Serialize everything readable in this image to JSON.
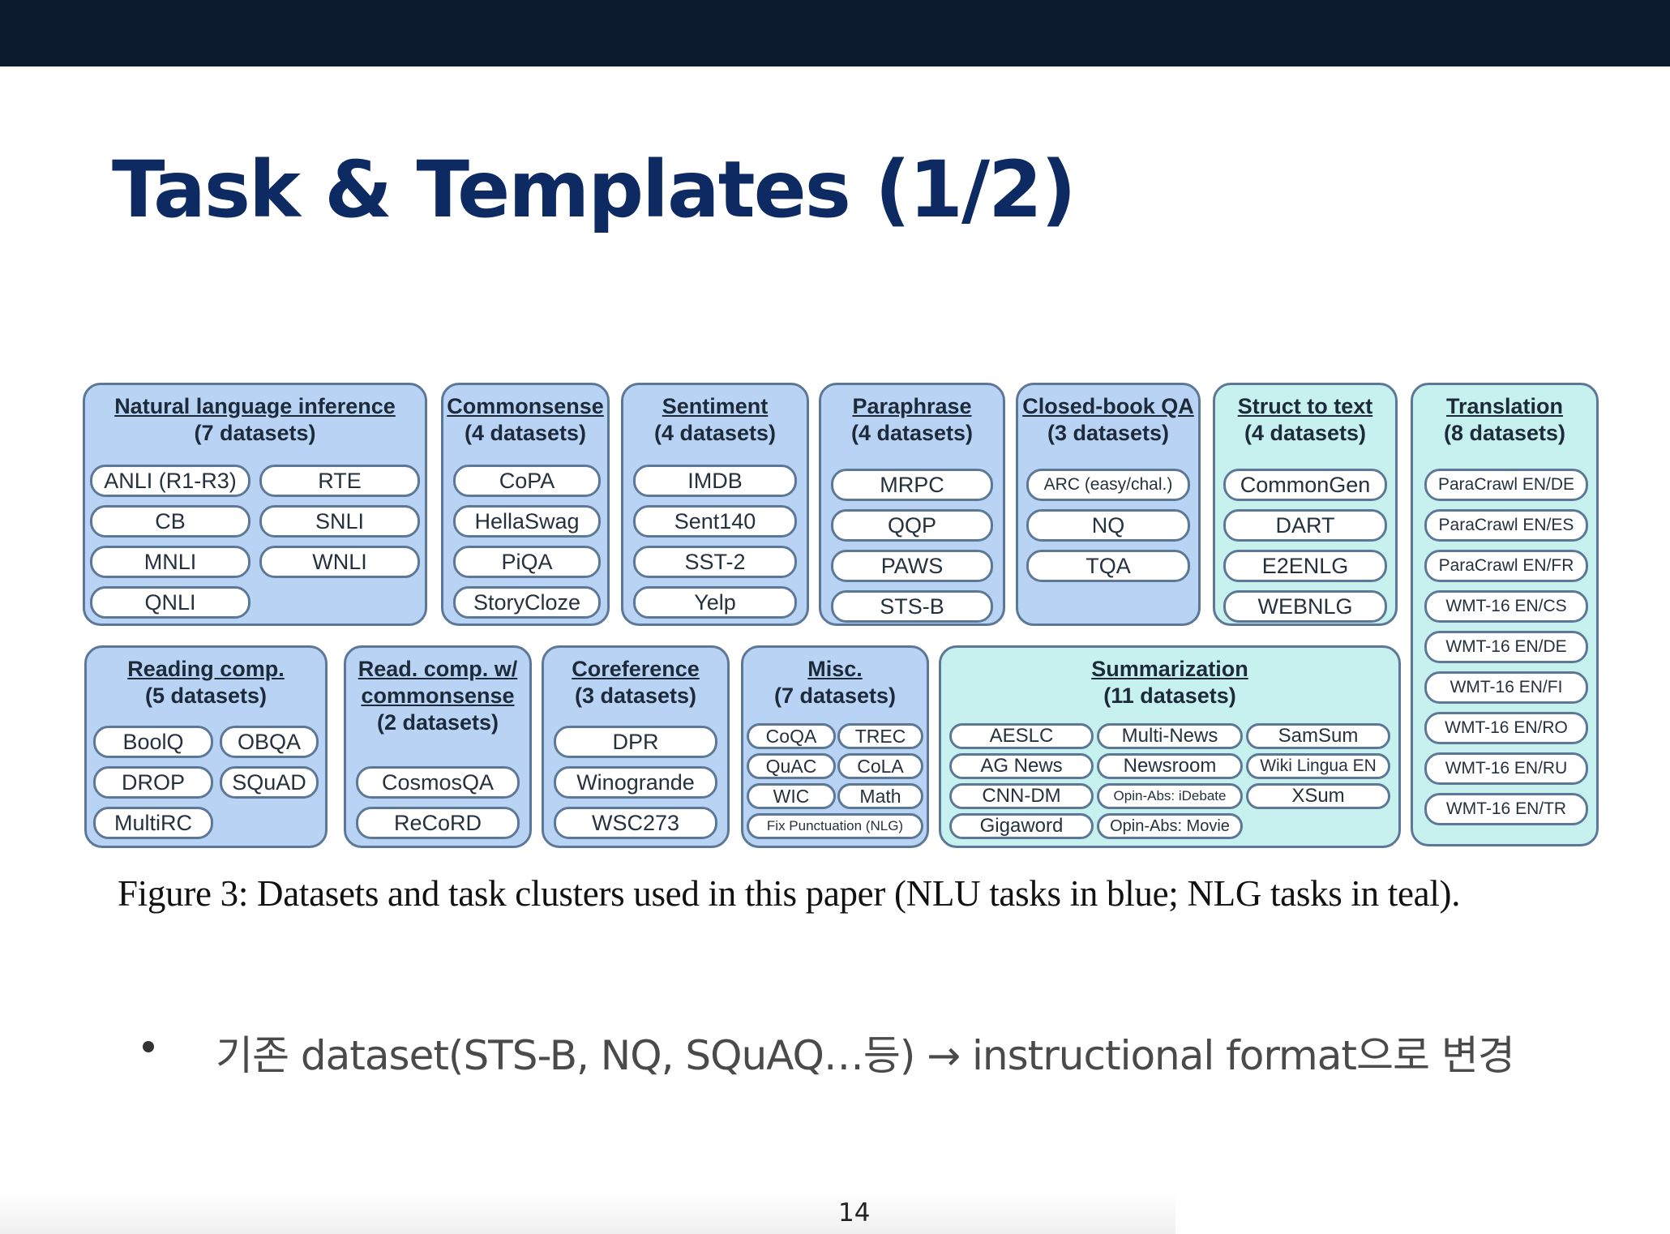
{
  "slide": {
    "title": "Task & Templates (1/2)",
    "page_number": "14"
  },
  "figure": {
    "caption": "Figure 3: Datasets and task clusters used in this paper (NLU tasks in blue; NLG tasks in teal).",
    "clusters": [
      {
        "id": "nli",
        "kind": "nlu",
        "title_lines": [
          "Natural language inference"
        ],
        "count": "(7 datasets)",
        "datasets": [
          "ANLI (R1-R3)",
          "RTE",
          "CB",
          "SNLI",
          "MNLI",
          "WNLI",
          "QNLI"
        ]
      },
      {
        "id": "commonsense",
        "kind": "nlu",
        "title_lines": [
          "Commonsense"
        ],
        "count": "(4 datasets)",
        "datasets": [
          "CoPA",
          "HellaSwag",
          "PiQA",
          "StoryCloze"
        ]
      },
      {
        "id": "sentiment",
        "kind": "nlu",
        "title_lines": [
          "Sentiment"
        ],
        "count": "(4 datasets)",
        "datasets": [
          "IMDB",
          "Sent140",
          "SST-2",
          "Yelp"
        ]
      },
      {
        "id": "paraphrase",
        "kind": "nlu",
        "title_lines": [
          "Paraphrase"
        ],
        "count": "(4 datasets)",
        "datasets": [
          "MRPC",
          "QQP",
          "PAWS",
          "STS-B"
        ]
      },
      {
        "id": "closed-book-qa",
        "kind": "nlu",
        "title_lines": [
          "Closed-book QA"
        ],
        "count": "(3 datasets)",
        "datasets": [
          "ARC (easy/chal.)",
          "NQ",
          "TQA"
        ]
      },
      {
        "id": "struct-to-text",
        "kind": "nlg",
        "title_lines": [
          "Struct to text"
        ],
        "count": "(4 datasets)",
        "datasets": [
          "CommonGen",
          "DART",
          "E2ENLG",
          "WEBNLG"
        ]
      },
      {
        "id": "translation",
        "kind": "nlg",
        "title_lines": [
          "Translation"
        ],
        "count": "(8 datasets)",
        "datasets": [
          "ParaCrawl EN/DE",
          "ParaCrawl EN/ES",
          "ParaCrawl EN/FR",
          "WMT-16 EN/CS",
          "WMT-16 EN/DE",
          "WMT-16 EN/FI",
          "WMT-16 EN/RO",
          "WMT-16 EN/RU",
          "WMT-16 EN/TR"
        ]
      },
      {
        "id": "reading-comp",
        "kind": "nlu",
        "title_lines": [
          "Reading comp."
        ],
        "count": "(5 datasets)",
        "datasets": [
          "BoolQ",
          "OBQA",
          "DROP",
          "SQuAD",
          "MultiRC"
        ]
      },
      {
        "id": "read-comp-commonsense",
        "kind": "nlu",
        "title_lines": [
          "Read. comp. w/",
          "commonsense"
        ],
        "count": "(2 datasets)",
        "datasets": [
          "CosmosQA",
          "ReCoRD"
        ]
      },
      {
        "id": "coreference",
        "kind": "nlu",
        "title_lines": [
          "Coreference"
        ],
        "count": "(3 datasets)",
        "datasets": [
          "DPR",
          "Winogrande",
          "WSC273"
        ]
      },
      {
        "id": "misc",
        "kind": "nlu",
        "title_lines": [
          "Misc."
        ],
        "count": "(7 datasets)",
        "datasets": [
          "CoQA",
          "TREC",
          "QuAC",
          "CoLA",
          "WIC",
          "Math",
          "Fix Punctuation (NLG)"
        ]
      },
      {
        "id": "summarization",
        "kind": "nlg",
        "title_lines": [
          "Summarization"
        ],
        "count": "(11 datasets)",
        "datasets": [
          "AESLC",
          "Multi-News",
          "SamSum",
          "AG News",
          "Newsroom",
          "Wiki Lingua EN",
          "CNN-DM",
          "Opin-Abs: iDebate",
          "XSum",
          "Gigaword",
          "Opin-Abs: Movie"
        ]
      }
    ]
  },
  "bullets": [
    "기존 dataset(STS-B, NQ, SQuAQ…등) → instructional format으로 변경"
  ],
  "colors": {
    "topbar": "#0d1b2e",
    "title": "#0e2a63",
    "nlu_fill": "#b8d3f4",
    "nlg_fill": "#c7f1ee",
    "border": "#5d7896"
  }
}
